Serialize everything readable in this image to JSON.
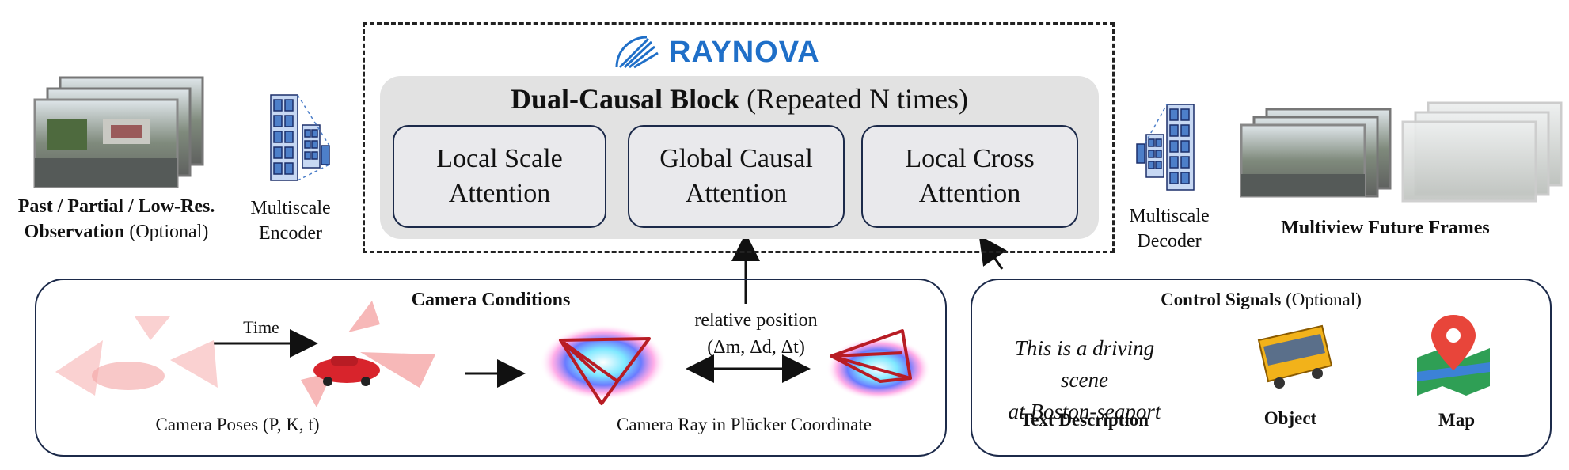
{
  "logo": {
    "text": "RAYNOVA"
  },
  "block": {
    "title_bold": "Dual-Causal Block",
    "title_rest": " (Repeated N times)",
    "attentions": [
      {
        "line1": "Local Scale",
        "line2": "Attention"
      },
      {
        "line1": "Global Causal",
        "line2": "Attention"
      },
      {
        "line1": "Local Cross",
        "line2": "Attention"
      }
    ]
  },
  "left": {
    "observation_bold_1": "Past / Partial / Low-Res.",
    "observation_bold_2": "Observation",
    "observation_rest": " (Optional)",
    "encoder_line1": "Multiscale",
    "encoder_line2": "Encoder"
  },
  "right": {
    "decoder_line1": "Multiscale",
    "decoder_line2": "Decoder",
    "future_label": "Multiview Future Frames"
  },
  "camera": {
    "title": "Camera Conditions",
    "time_label": "Time",
    "relpos_line1": "relative position",
    "relpos_line2": "(Δm, Δd, Δt)",
    "poses_label": "Camera Poses (P, K, t)",
    "ray_label": "Camera Ray in Plücker Coordinate"
  },
  "control": {
    "title_bold": "Control Signals",
    "title_rest": " (Optional)",
    "text_line1": "This is a driving scene",
    "text_line2": "at Boston-seaport",
    "text_label": "Text Description",
    "object_label": "Object",
    "map_label": "Map"
  },
  "colors": {
    "brand": "#1f6fc8",
    "frame": "#1c2a4a",
    "block_bg": "#e2e2e2",
    "ray": "#b81c24"
  }
}
